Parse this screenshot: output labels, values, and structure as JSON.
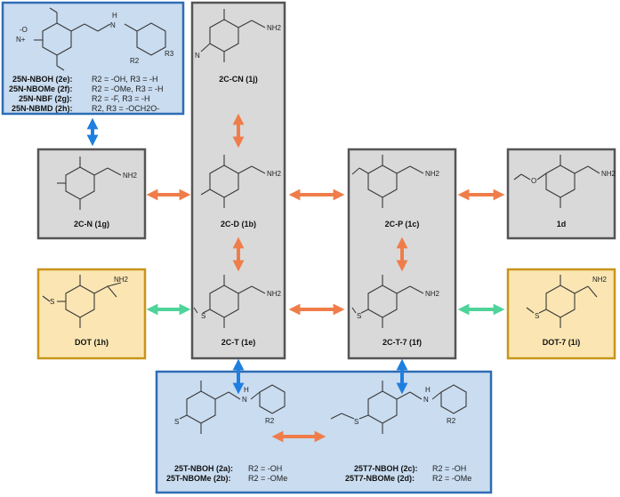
{
  "colors": {
    "gray_box": "#d9d9d9",
    "blue_box": "#c9dcf0",
    "yellow_box": "#fbe6b3",
    "orange_arrow": "#ef7d4a",
    "blue_arrow": "#1f7fe0",
    "green_arrow": "#4fd39a"
  },
  "atoms": {
    "nh2": "NH2",
    "nh": "H",
    "n": "N",
    "r2": "R2",
    "r3": "R3",
    "s": "S",
    "o": "O",
    "o_minus": "-O",
    "n_plus": "N+"
  },
  "compounds": {
    "nboh_list": [
      {
        "name": "25N-NBOH (2e):",
        "desc": "R2 = -OH, R3 = -H"
      },
      {
        "name": "25N-NBOMe (2f):",
        "desc": "R2 = -OMe, R3 = -H"
      },
      {
        "name": "25N-NBF (2g):",
        "desc": "R2 = -F, R3 = -H"
      },
      {
        "name": "25N-NBMD (2h):",
        "desc": "R2, R3 = -OCH2O-"
      }
    ],
    "c2cn": "2C-CN (1j)",
    "c2n": "2C-N (1g)",
    "c2d": "2C-D (1b)",
    "c2p": "2C-P (1c)",
    "d1": "1d",
    "dot": "DOT (1h)",
    "c2t": "2C-T (1e)",
    "c2t7": "2C-T-7 (1f)",
    "dot7": "DOT-7 (1i)",
    "t_nboh": {
      "name": "25T-NBOH (2a):",
      "desc": "R2 = -OH"
    },
    "t_nbome": {
      "name": "25T-NBOMe (2b):",
      "desc": "R2 = -OMe"
    },
    "t7_nboh": {
      "name": "25T7-NBOH (2c):",
      "desc": "R2 = -OH"
    },
    "t7_nbome": {
      "name": "25T7-NBOMe (2d):",
      "desc": "R2 = -OMe"
    }
  }
}
